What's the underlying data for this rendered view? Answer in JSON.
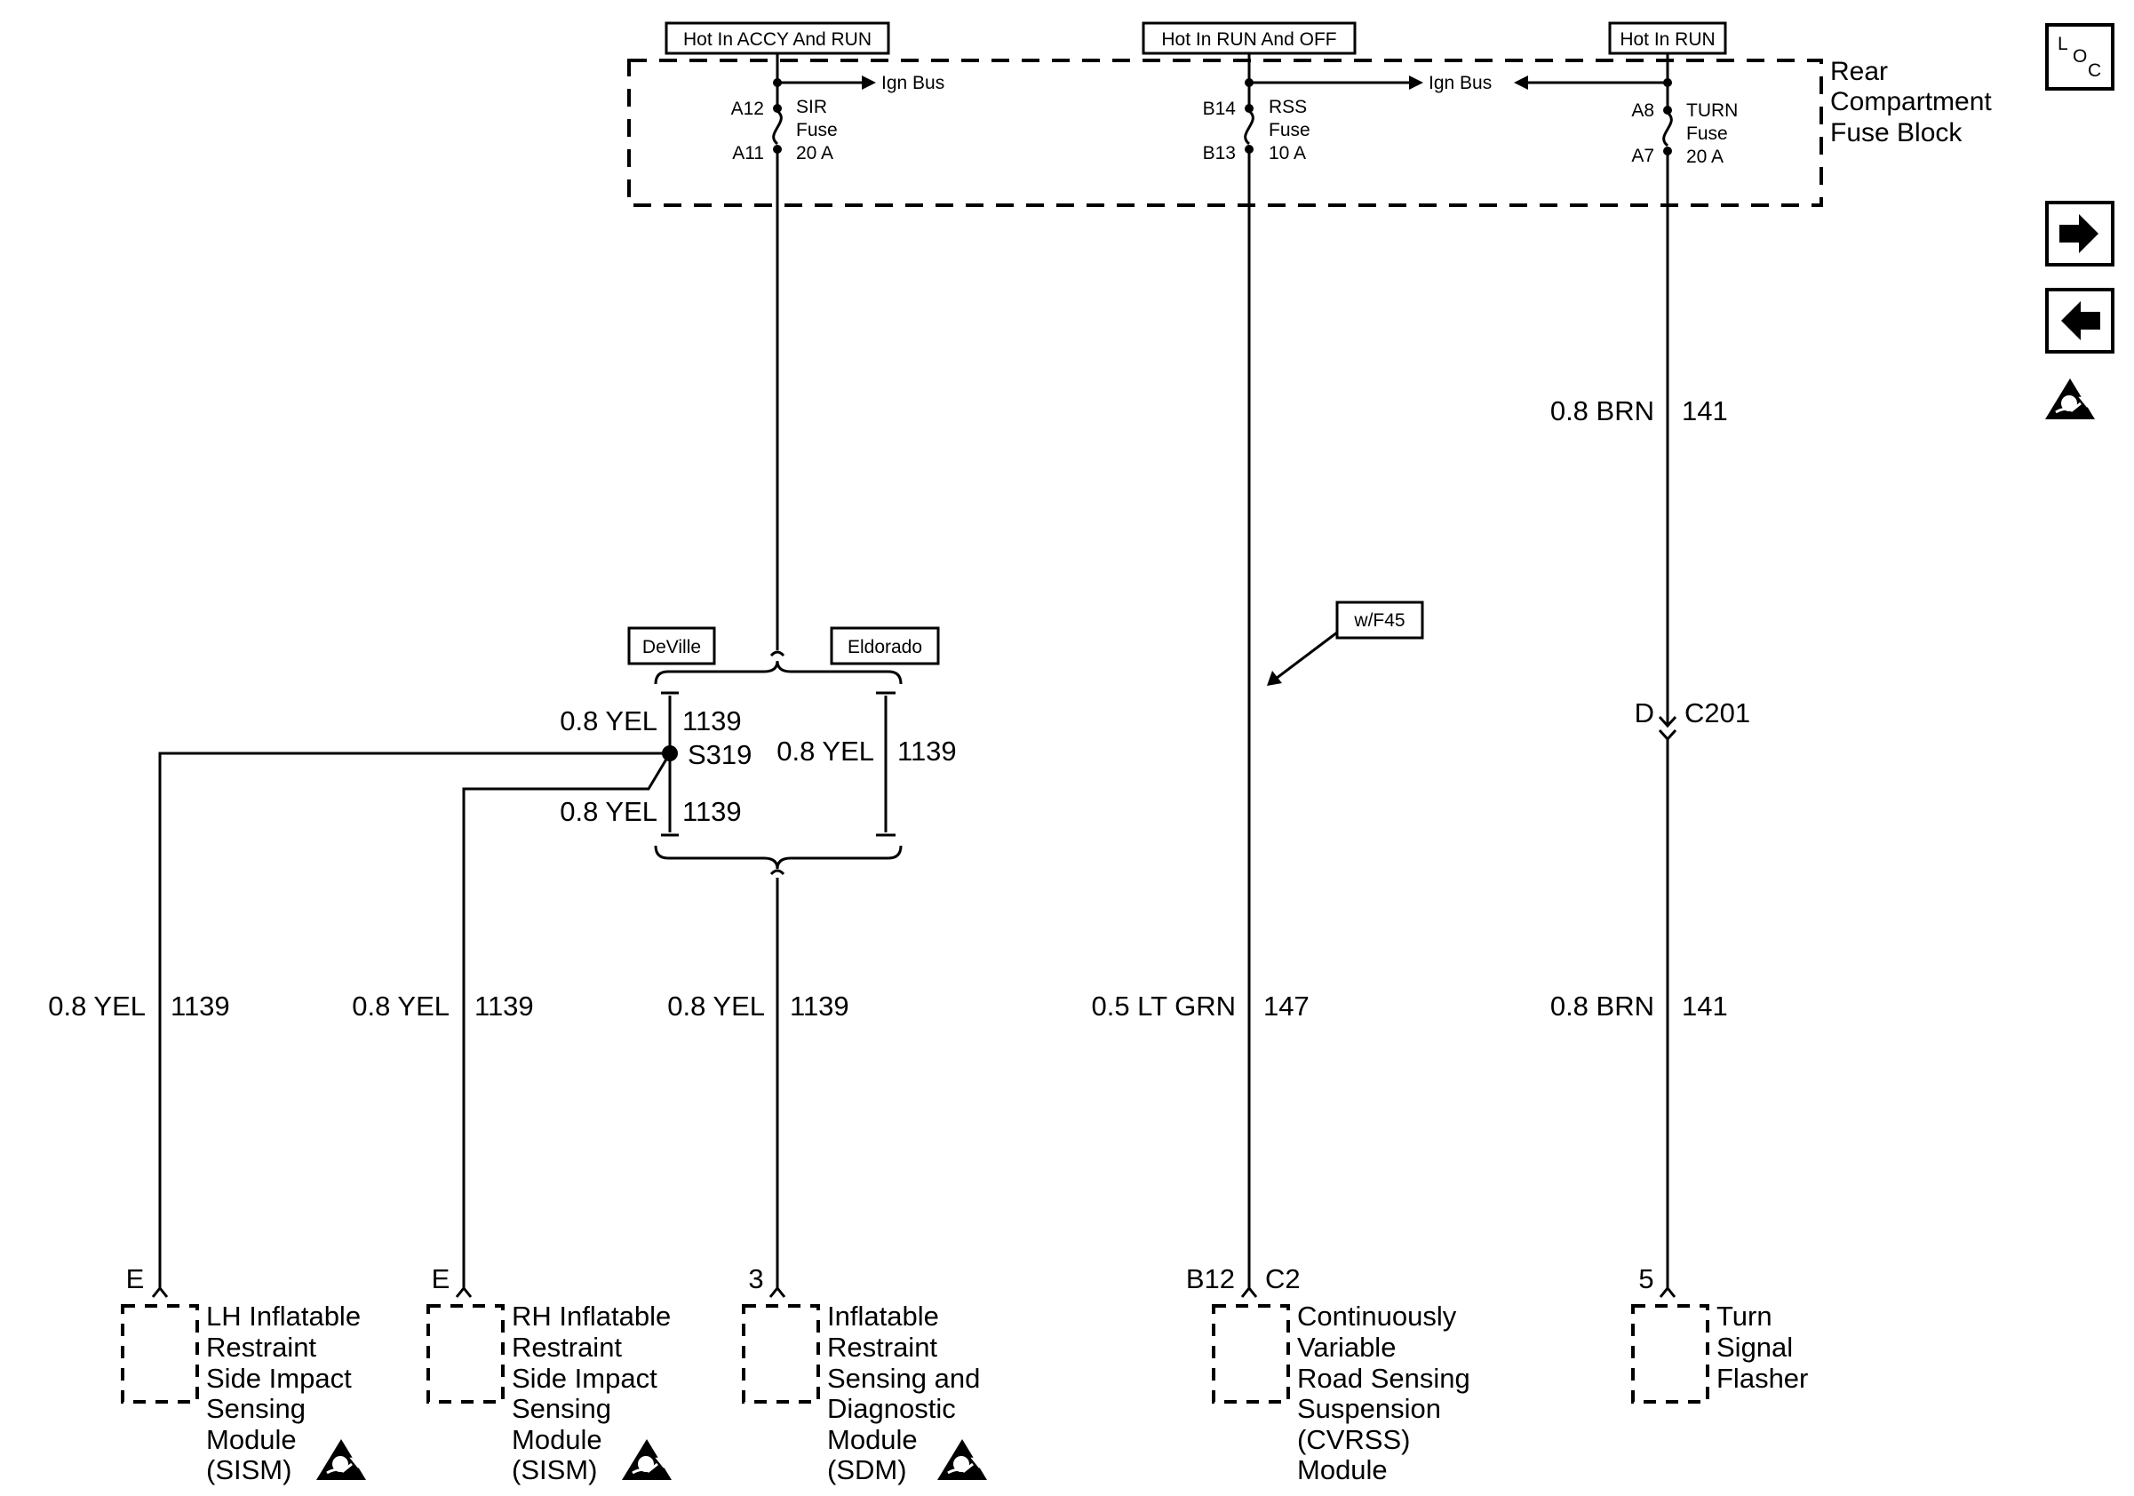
{
  "power": {
    "hot_accy_run": "Hot In ACCY And RUN",
    "hot_run_off": "Hot In RUN And OFF",
    "hot_run": "Hot In RUN"
  },
  "fuse_block": {
    "label_line1": "Rear",
    "label_line2": "Compartment",
    "label_line3": "Fuse Block",
    "ign_bus_1": "Ign Bus",
    "ign_bus_2": "Ign Bus",
    "sir": {
      "top_pin": "A12",
      "bottom_pin": "A11",
      "name": "SIR",
      "type": "Fuse",
      "rating": "20 A"
    },
    "rss": {
      "top_pin": "B14",
      "bottom_pin": "B13",
      "name": "RSS",
      "type": "Fuse",
      "rating": "10 A"
    },
    "turn": {
      "top_pin": "A8",
      "bottom_pin": "A7",
      "name": "TURN",
      "type": "Fuse",
      "rating": "20 A"
    }
  },
  "options": {
    "deville": "DeVille",
    "eldorado": "Eldorado",
    "wf45": "w/F45"
  },
  "splice": {
    "name": "S319",
    "wire_top": "0.8 YEL",
    "circuit_top": "1139",
    "wire_bottom": "0.8 YEL",
    "circuit_bottom": "1139",
    "wire_eldorado": "0.8 YEL",
    "circuit_eldorado": "1139"
  },
  "connector": {
    "pin": "D",
    "name": "C201"
  },
  "wires": {
    "w1": {
      "gauge": "0.8 YEL",
      "circuit": "1139"
    },
    "w2": {
      "gauge": "0.8 YEL",
      "circuit": "1139"
    },
    "w3": {
      "gauge": "0.8 YEL",
      "circuit": "1139"
    },
    "w4": {
      "gauge": "0.5 LT GRN",
      "circuit": "147"
    },
    "w5": {
      "gauge": "0.8 BRN",
      "circuit": "141"
    },
    "w6": {
      "gauge": "0.8 BRN",
      "circuit": "141"
    }
  },
  "components": {
    "lh_sism": {
      "pin": "E",
      "lines": [
        "LH Inflatable",
        "Restraint",
        "Side Impact",
        "Sensing",
        "Module",
        "(SISM)"
      ]
    },
    "rh_sism": {
      "pin": "E",
      "lines": [
        "RH Inflatable",
        "Restraint",
        "Side Impact",
        "Sensing",
        "Module",
        "(SISM)"
      ]
    },
    "sdm": {
      "pin": "3",
      "lines": [
        "Inflatable",
        "Restraint",
        "Sensing and",
        "Diagnostic",
        "Module",
        "(SDM)"
      ]
    },
    "cvrss": {
      "pin": "B12",
      "conn": "C2",
      "lines": [
        "Continuously",
        "Variable",
        "Road Sensing",
        "Suspension",
        "(CVRSS)",
        "Module"
      ]
    },
    "flasher": {
      "pin": "5",
      "lines": [
        "Turn",
        "Signal",
        "Flasher"
      ]
    }
  },
  "nav": {
    "loc_l": "L",
    "loc_o": "O",
    "loc_c": "C",
    "icons": [
      "location-icon",
      "arrow-right-icon",
      "arrow-left-icon",
      "esd-warning-icon"
    ]
  }
}
